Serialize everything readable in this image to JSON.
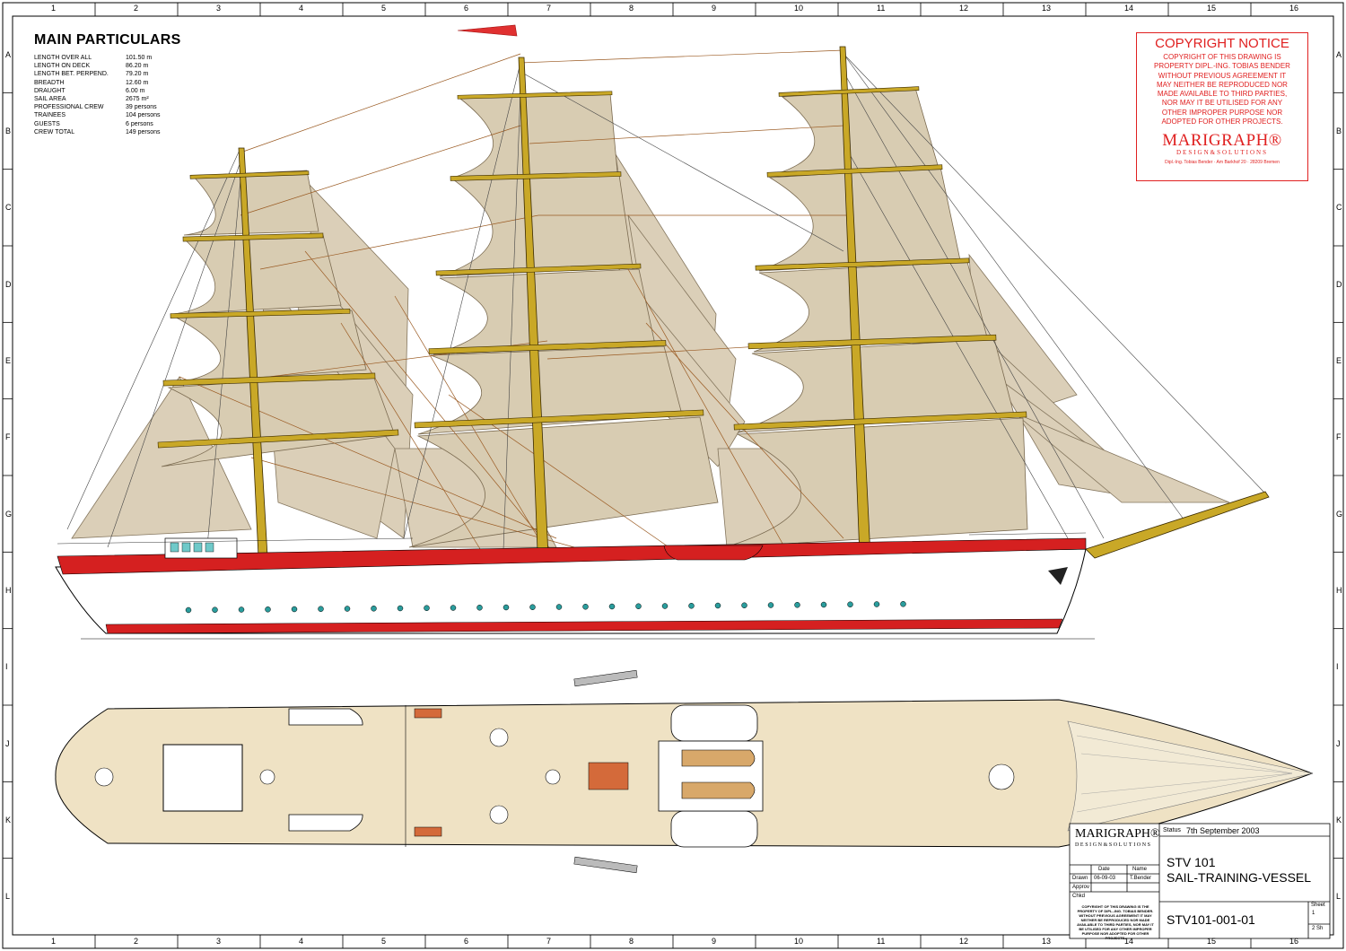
{
  "grid": {
    "columns": [
      "1",
      "2",
      "3",
      "4",
      "5",
      "6",
      "7",
      "8",
      "9",
      "10",
      "11",
      "12",
      "13",
      "14",
      "15",
      "16"
    ],
    "rows": [
      "A",
      "B",
      "C",
      "D",
      "E",
      "F",
      "G",
      "H",
      "I",
      "J",
      "K",
      "L"
    ]
  },
  "particulars": {
    "title": "MAIN PARTICULARS",
    "items": [
      {
        "label": "LENGTH OVER ALL",
        "value": "101.50 m"
      },
      {
        "label": "LENGTH ON DECK",
        "value": "86.20 m"
      },
      {
        "label": "LENGTH BET. PERPEND.",
        "value": "79.20 m"
      },
      {
        "label": "BREADTH",
        "value": "12.60 m"
      },
      {
        "label": "DRAUGHT",
        "value": "6.00 m"
      },
      {
        "label": "SAIL AREA",
        "value": "2675 m²"
      },
      {
        "label": "PROFESSIONAL CREW",
        "value": "39 persons"
      },
      {
        "label": "TRAINEES",
        "value": "104 persons"
      },
      {
        "label": "GUESTS",
        "value": "6 persons"
      },
      {
        "label": "CREW TOTAL",
        "value": "149 persons"
      }
    ]
  },
  "copyright": {
    "title": "COPYRIGHT NOTICE",
    "lines": [
      "COPYRIGHT OF THIS DRAWING IS",
      "PROPERTY DIPL.-ING. TOBIAS BENDER",
      "WITHOUT PREVIOUS AGREEMENT IT",
      "MAY NEITHER BE REPRODUCED NOR",
      "MADE AVAILABLE TO THIRD PARTIES,",
      "NOR MAY IT BE UTILISED FOR ANY",
      "OTHER IMPROPER PURPOSE NOR",
      "ADOPTED FOR OTHER PROJECTS."
    ],
    "logo": "MARIGRAPH®",
    "logo_sub": "DESIGN&SOLUTIONS",
    "address": "Dipl.-Ing. Tobias Bender · Am Barkhof 20 · 28209 Bremen"
  },
  "titleblock": {
    "logo": "MARIGRAPH®",
    "logo_sub": "DESIGN&SOLUTIONS",
    "status_label": "Status",
    "status_value": "7th September 2003",
    "date_header": "Date",
    "name_header": "Name",
    "drawn_label": "Drawn",
    "drawn_date": "06-09-03",
    "drawn_name": "T.Bender",
    "approv_label": "Approv",
    "chkd_label": "Chkd",
    "project": "STV 101",
    "subtitle": "SAIL-TRAINING-VESSEL",
    "drawing_no": "STV101-001-01",
    "sheet_label": "Sheet",
    "sheet_no": "1",
    "sheet_total": "2 Sh",
    "small_copyright": "COPYRIGHT OF THIS DRAWING IS THE PROPERTY OF DIPL.-ING. TOBIAS BENDER. WITHOUT PREVIOUS AGREEMENT IT MAY NEITHER BE REPRODUCED NOR MADE AVAILABLE TO THIRD PARTIES, NOR MAY IT BE UTILISED FOR ANY OTHER IMPROPER PURPOSE NOR ADOPTED FOR OTHER PROJECTS."
  },
  "colors": {
    "sail": "#d8ccb2",
    "sail_line": "#7a6a50",
    "spar": "#c9a827",
    "hull": "#ffffff",
    "hull_red": "#d52020",
    "deck": "#efe2c4",
    "rig": "#9a5a22",
    "notice_red": "#e02020"
  }
}
